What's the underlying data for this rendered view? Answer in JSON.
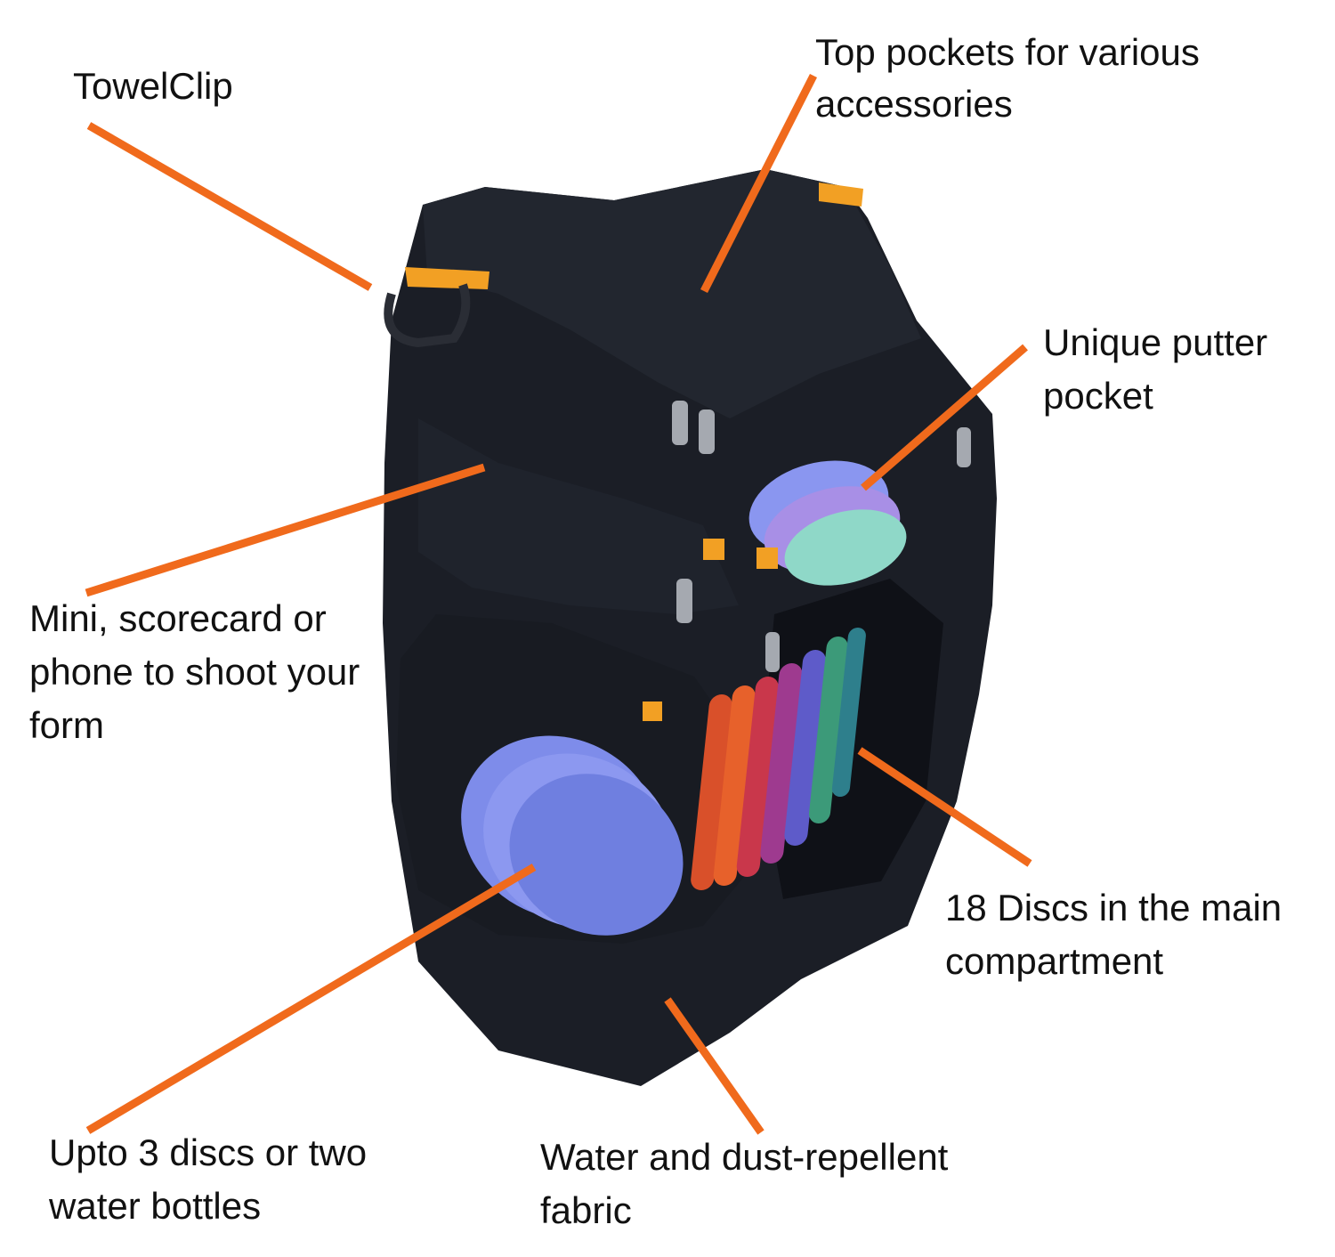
{
  "colors": {
    "leader_line": "#F06A1C",
    "bag_fabric": "#1B1E26",
    "strap_accent": "#F2A024",
    "text": "#111111"
  },
  "callouts": {
    "towel_clip": {
      "lines": [
        "TowelClip"
      ]
    },
    "top_pockets": {
      "lines": [
        "Top pockets for various",
        "accessories"
      ]
    },
    "putter_pocket": {
      "lines": [
        "Unique putter",
        "pocket"
      ]
    },
    "mini_pocket": {
      "lines": [
        "Mini, scorecard or",
        "phone to shoot your",
        "form"
      ]
    },
    "main_compartment": {
      "lines": [
        "18 Discs in the main",
        "compartment"
      ]
    },
    "side_pocket": {
      "lines": [
        "Upto 3 discs or two",
        "water bottles"
      ]
    },
    "fabric": {
      "lines": [
        "Water and dust-repellent",
        "fabric"
      ]
    }
  }
}
